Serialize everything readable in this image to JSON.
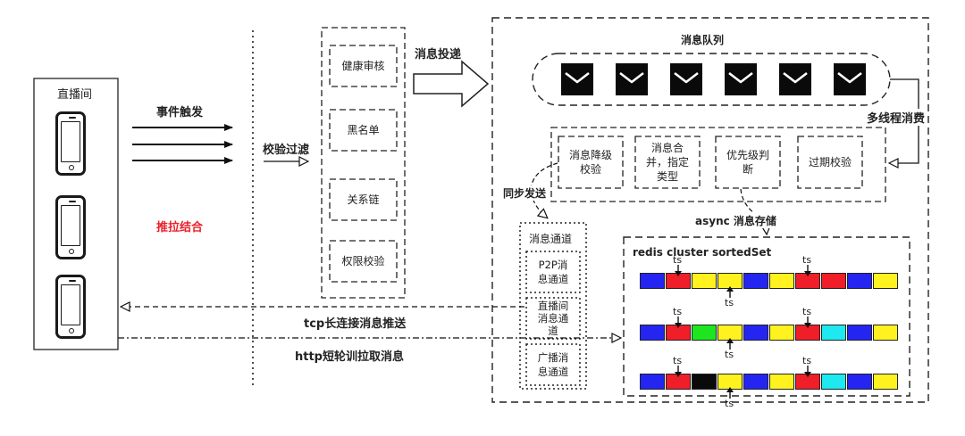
{
  "client": {
    "title": "直播间",
    "push_pull_label": "推拉结合"
  },
  "arrows": {
    "event_trigger": "事件触发",
    "filter": "校验过滤",
    "deliver": "消息投递",
    "multi_thread": "多线程消费",
    "sync_send": "同步发送",
    "async_store": "async 消息存储",
    "tcp_push": "tcp长连接消息推送",
    "http_pull": "http短轮训拉取消息"
  },
  "checks": [
    "健康审核",
    "黑名单",
    "关系链",
    "权限校验"
  ],
  "queue": {
    "title": "消息队列",
    "message_icon": "envelope-icon",
    "count": 6
  },
  "processing": [
    "消息降级\n校验",
    "消息合\n并，指定\n类型",
    "优先级判\n断",
    "过期校验"
  ],
  "channels": {
    "title": "消息通道",
    "items": [
      "P2P消\n息通道",
      "直播间\n消息通\n道",
      "广播消\n息通道"
    ]
  },
  "redis": {
    "title": "redis cluster sortedSet",
    "ts_label": "ts",
    "colors": {
      "blue": "#2525f2",
      "red": "#f01e28",
      "yellow": "#fff21e",
      "green": "#1ee61e",
      "cyan": "#1ee8f0",
      "black": "#0a0a0a"
    },
    "rows": [
      [
        "blue",
        "red",
        "yellow",
        "yellow",
        "blue",
        "yellow",
        "red",
        "red",
        "blue",
        "yellow"
      ],
      [
        "blue",
        "red",
        "green",
        "yellow",
        "blue",
        "yellow",
        "red",
        "cyan",
        "blue",
        "yellow"
      ],
      [
        "blue",
        "red",
        "black",
        "yellow",
        "blue",
        "yellow",
        "red",
        "cyan",
        "blue",
        "yellow"
      ]
    ]
  }
}
